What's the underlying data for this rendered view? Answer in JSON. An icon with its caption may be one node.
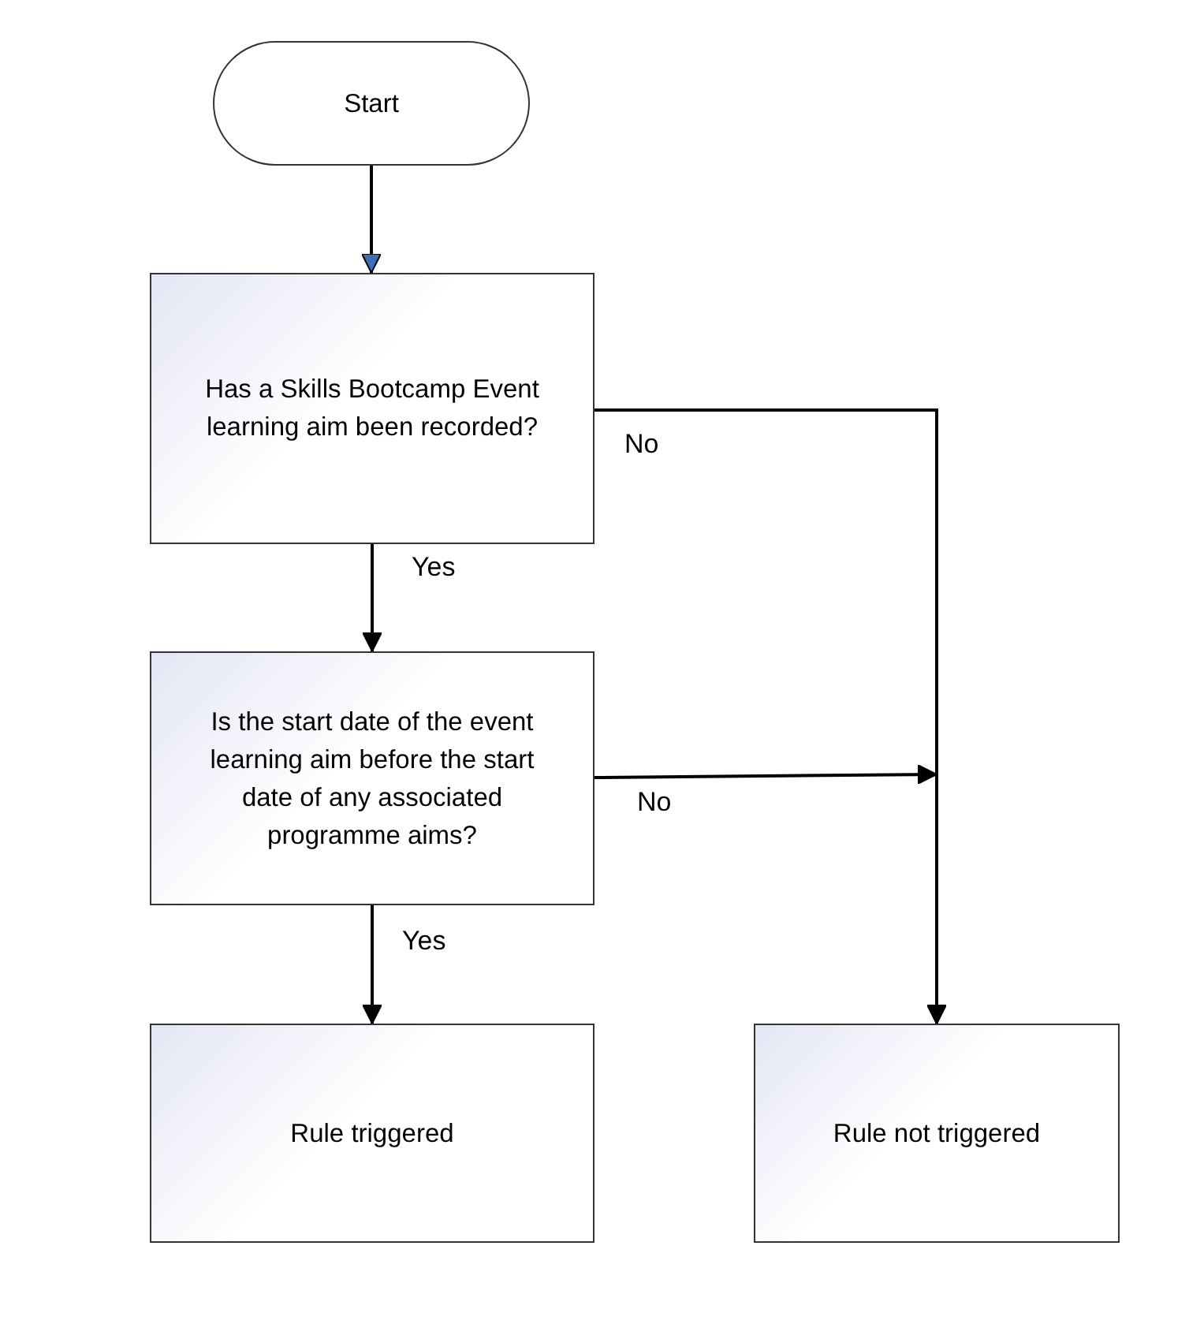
{
  "diagram": {
    "nodes": [
      {
        "text": [
          "Start"
        ]
      },
      {
        "text": [
          "Has a Skills Bootcamp Event learning aim been recorded?"
        ]
      },
      {
        "text": [
          "Is the start date of the event learning aim before the start date of any associated programme aims?"
        ]
      },
      {
        "text": [
          "Rule triggered"
        ]
      },
      {
        "text": [
          "Rule not triggered"
        ]
      }
    ],
    "edges": [
      {
        "from": 0,
        "to": 1,
        "arrow": "to"
      },
      {
        "from": 1,
        "to": 2,
        "arrow": "to",
        "label": "Yes"
      },
      {
        "from": 1,
        "to": 4,
        "arrow": "to",
        "label": "No"
      },
      {
        "from": 2,
        "to": 3,
        "arrow": "to",
        "label": "Yes"
      },
      {
        "from": 2,
        "to": 4,
        "arrow": "to",
        "label": "No"
      }
    ]
  }
}
